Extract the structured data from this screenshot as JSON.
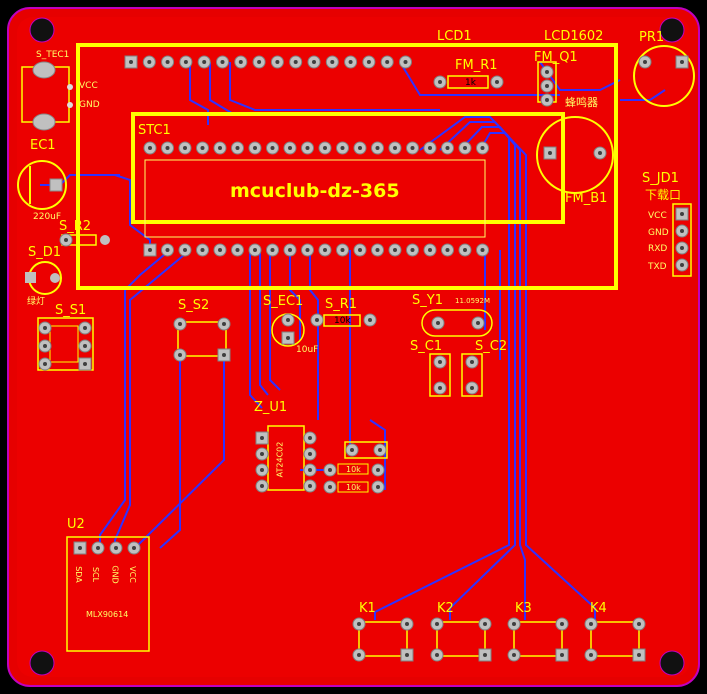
{
  "board": {
    "lcd": "LCD1",
    "lcd_model": "LCD1602",
    "stc": "STC1",
    "silk_text": "mcuclub-dz-365",
    "fm_r1": "FM_R1",
    "fm_r1_value": "1k",
    "fm_q1": "FM_Q1",
    "fm_b1": "FM_B1",
    "buzzer": "蜂鸣器",
    "pr1": "PR1",
    "s_tec1": "S_TEC1",
    "vcc": "VCC",
    "gnd": "GND",
    "ec1": "EC1",
    "ec1_value": "220uF",
    "s_r2": "S_R2",
    "s_d1": "S_D1",
    "s_d1_color": "绿灯",
    "s_s1": "S_S1",
    "s_s2": "S_S2",
    "s_ec1": "S_EC1",
    "s_ec1_value": "10uF",
    "s_r1": "S_R1",
    "s_r1_value": "10k",
    "s_y1": "S_Y1",
    "s_y1_value": "11.0592M",
    "s_c1": "S_C1",
    "s_c2": "S_C2",
    "s_jd1": "S_JD1",
    "download_port": "下载口",
    "jd_pins": [
      "VCC",
      "GND",
      "RXD",
      "TXD"
    ],
    "z_u1": "Z_U1",
    "z_u1_chip": "AT24C02",
    "res_10k_a": "10k",
    "res_10k_b": "10k",
    "u2": "U2",
    "u2_chip": "MLX90614",
    "u2_pins": [
      "SDA",
      "SCL",
      "GND",
      "VCC"
    ],
    "keys": [
      "K1",
      "K2",
      "K3",
      "K4"
    ]
  },
  "colors": {
    "copper": "#f00000",
    "outline": "#c000c0",
    "silk": "#ffff00",
    "trace_bottom": "#3030ff",
    "pad": "#c0c0c0"
  }
}
